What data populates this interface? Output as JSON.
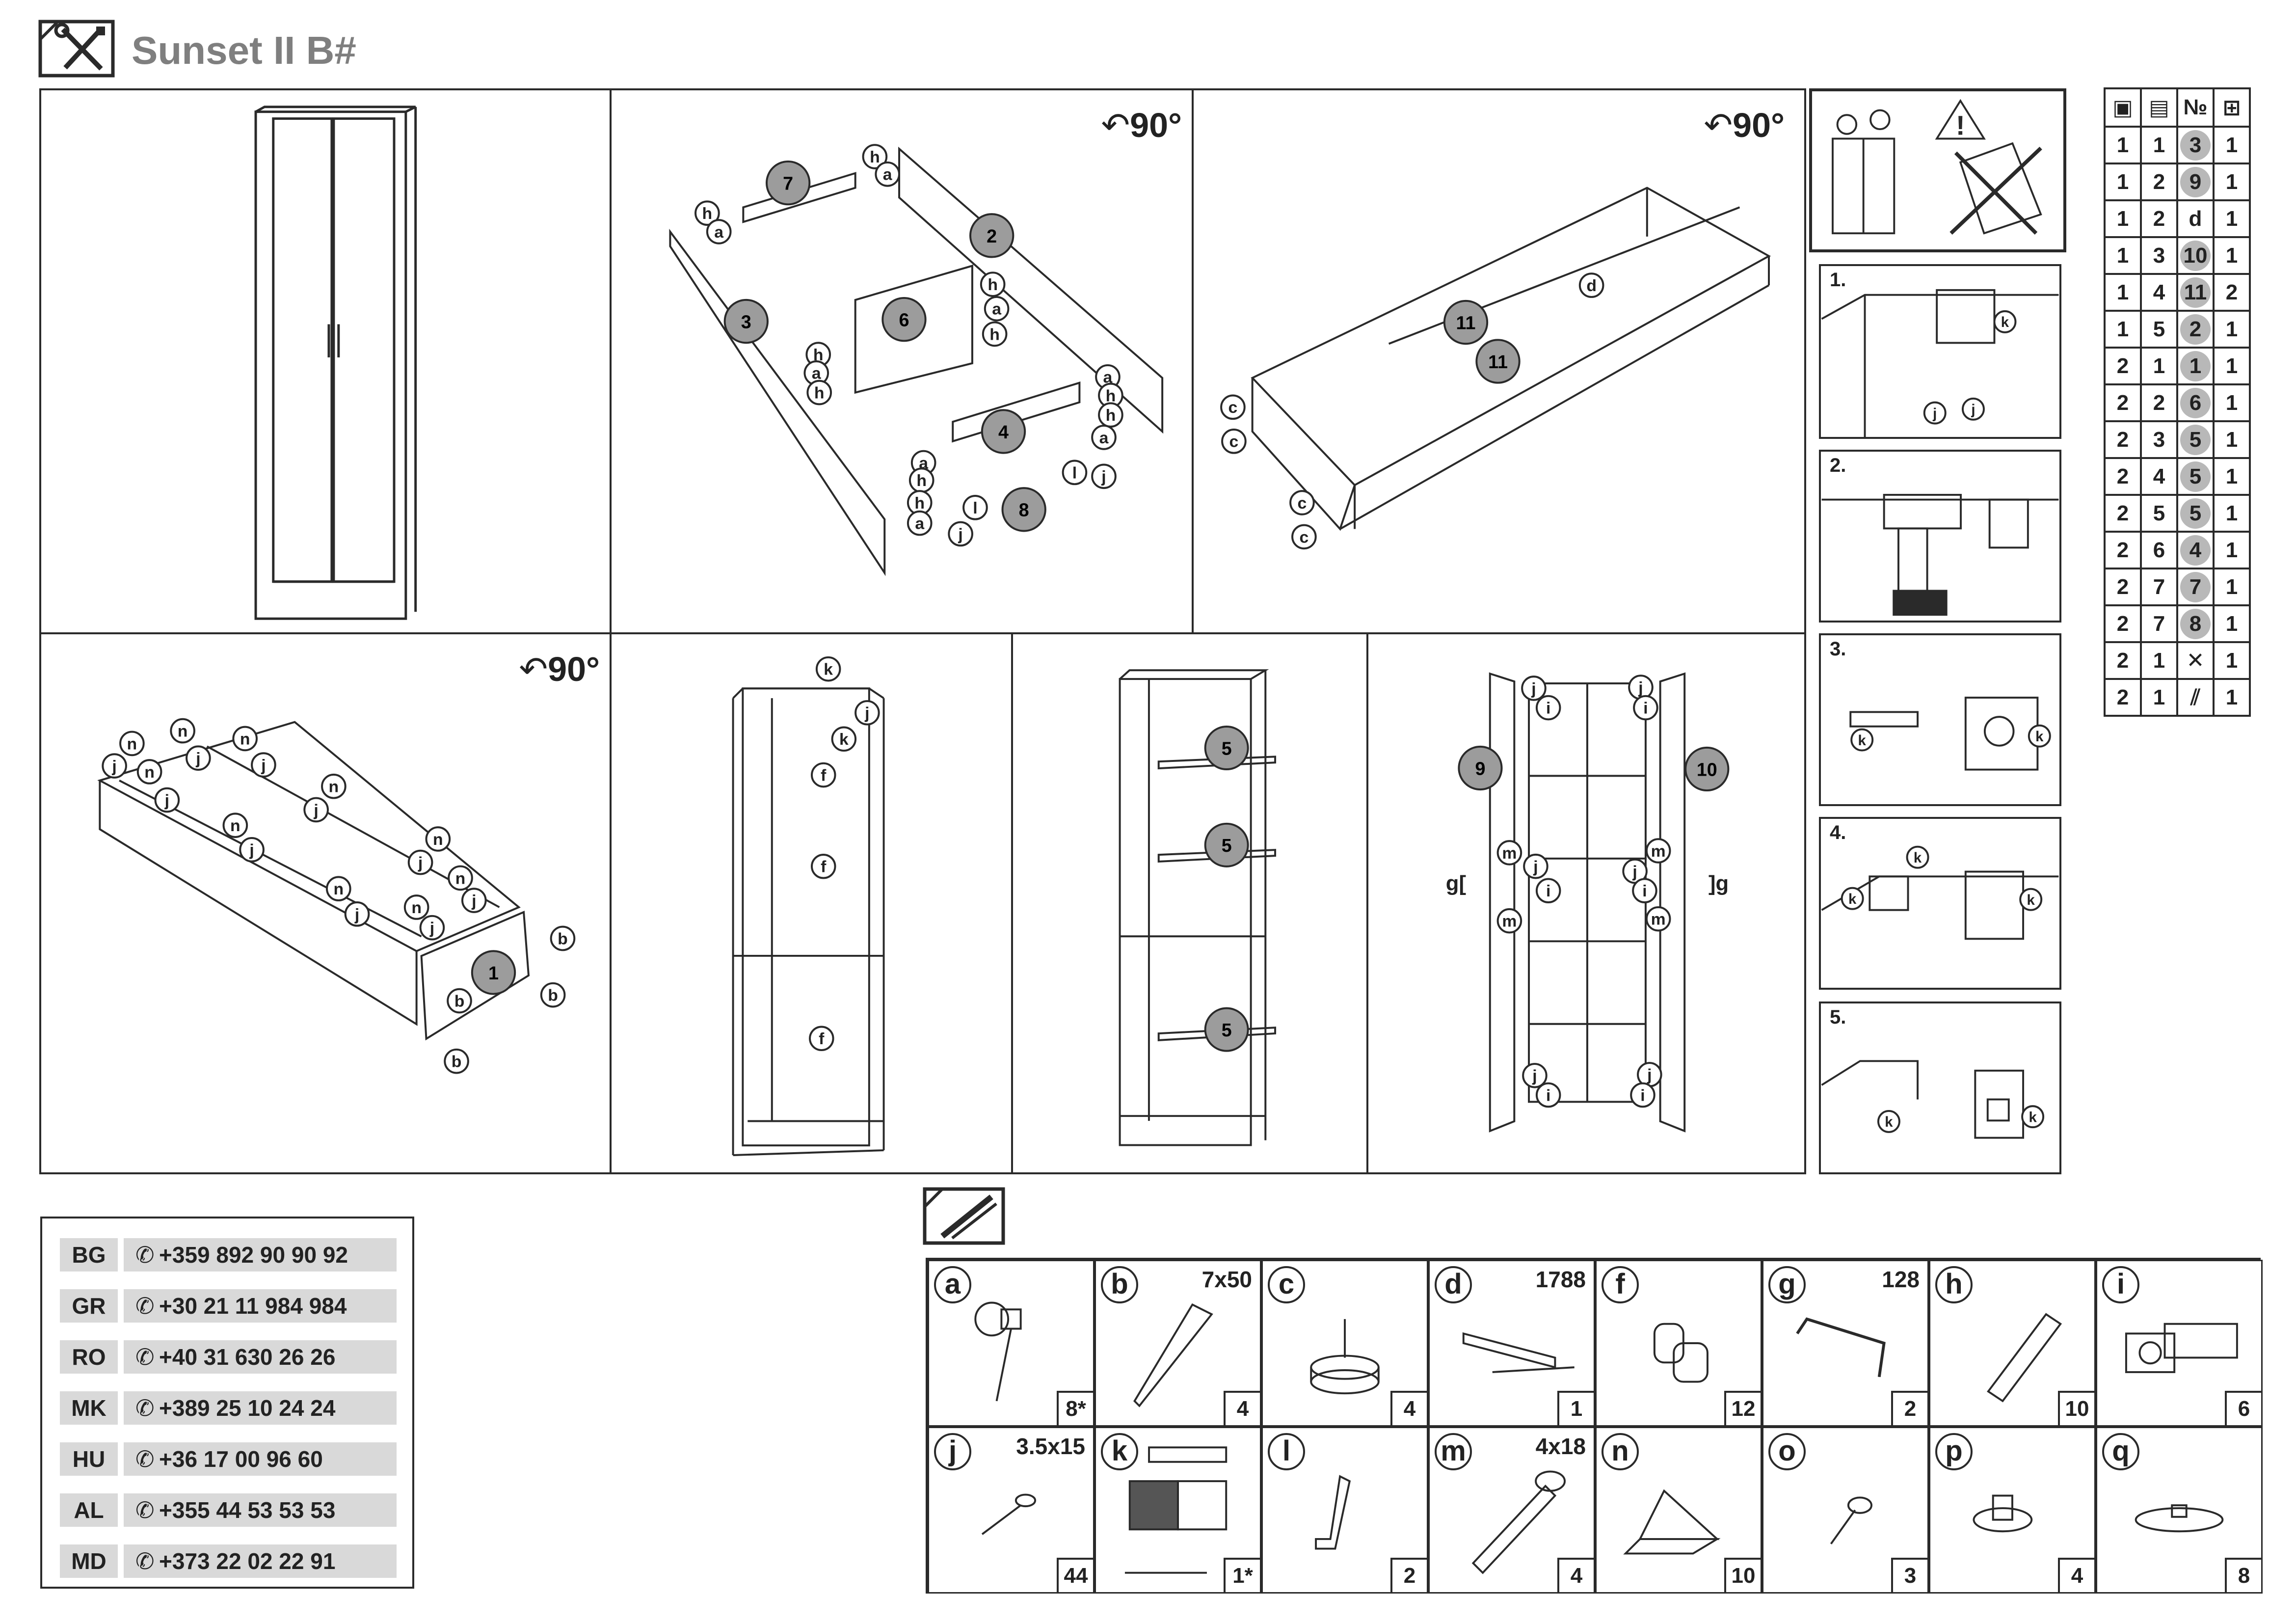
{
  "header": {
    "title": "Sunset II B#",
    "icon": "tools-icon"
  },
  "rotation_label": "90°",
  "steps": {
    "step1_balls": [
      "7",
      "2",
      "3",
      "6",
      "4",
      "8",
      "h",
      "a",
      "l",
      "j"
    ],
    "step2_balls": [
      "11",
      "11",
      "d",
      "c"
    ],
    "step3_balls": [
      "1",
      "n",
      "j",
      "b"
    ],
    "step4_balls": [
      "k",
      "j",
      "f"
    ],
    "step5_balls": [
      "5",
      "5",
      "5"
    ],
    "step6_balls": [
      "9",
      "10",
      "j",
      "i",
      "m",
      "g"
    ]
  },
  "side_steps": [
    {
      "num": "1.",
      "labels": [
        "k",
        "j",
        "j"
      ]
    },
    {
      "num": "2.",
      "labels": []
    },
    {
      "num": "3.",
      "labels": [
        "k",
        "k"
      ]
    },
    {
      "num": "4.",
      "labels": [
        "k",
        "k",
        "k"
      ]
    },
    {
      "num": "5.",
      "labels": [
        "k",
        "k"
      ]
    }
  ],
  "parts_table": {
    "header_icons": [
      "box-icon",
      "layer-icon",
      "number-sign",
      "size-icon"
    ],
    "header_no": "№",
    "rows": [
      [
        "1",
        "1",
        "3",
        "1"
      ],
      [
        "1",
        "2",
        "9",
        "1"
      ],
      [
        "1",
        "2",
        "d",
        "1"
      ],
      [
        "1",
        "3",
        "10",
        "1"
      ],
      [
        "1",
        "4",
        "11",
        "2"
      ],
      [
        "1",
        "5",
        "2",
        "1"
      ],
      [
        "2",
        "1",
        "1",
        "1"
      ],
      [
        "2",
        "2",
        "6",
        "1"
      ],
      [
        "2",
        "3",
        "5",
        "1"
      ],
      [
        "2",
        "4",
        "5",
        "1"
      ],
      [
        "2",
        "5",
        "5",
        "1"
      ],
      [
        "2",
        "6",
        "4",
        "1"
      ],
      [
        "2",
        "7",
        "7",
        "1"
      ],
      [
        "2",
        "7",
        "8",
        "1"
      ],
      [
        "2",
        "1",
        "tools-icon",
        "1"
      ],
      [
        "2",
        "1",
        "pencils-icon",
        "1"
      ]
    ]
  },
  "phones": [
    {
      "country": "BG",
      "number": "+359 892 90 90 92"
    },
    {
      "country": "GR",
      "number": "+30 21 11 984 984"
    },
    {
      "country": "RO",
      "number": "+40 31 630 26 26"
    },
    {
      "country": "MK",
      "number": "+389 25 10 24 24"
    },
    {
      "country": "HU",
      "number": "+36 17 00 96 60"
    },
    {
      "country": "AL",
      "number": "+355 44 53 53 53"
    },
    {
      "country": "MD",
      "number": "+373 22 02 22 91"
    }
  ],
  "hardware": [
    {
      "letter": "a",
      "size": "",
      "qty": "8*",
      "icon": "cam-lock-icon"
    },
    {
      "letter": "b",
      "size": "7x50",
      "qty": "4",
      "icon": "screw-icon"
    },
    {
      "letter": "c",
      "size": "",
      "qty": "4",
      "icon": "furniture-glide-icon"
    },
    {
      "letter": "d",
      "size": "1788",
      "qty": "1",
      "icon": "profile-strip-icon"
    },
    {
      "letter": "f",
      "size": "",
      "qty": "12",
      "icon": "shelf-pin-icon"
    },
    {
      "letter": "g",
      "size": "128",
      "qty": "2",
      "icon": "handle-icon"
    },
    {
      "letter": "h",
      "size": "",
      "qty": "10",
      "icon": "dowel-icon"
    },
    {
      "letter": "i",
      "size": "",
      "qty": "6",
      "icon": "hinge-icon"
    },
    {
      "letter": "j",
      "size": "3.5x15",
      "qty": "44",
      "icon": "small-screw-icon"
    },
    {
      "letter": "k",
      "size": "",
      "qty": "1*",
      "icon": "wall-bracket-icon"
    },
    {
      "letter": "l",
      "size": "",
      "qty": "2",
      "icon": "angle-bracket-icon"
    },
    {
      "letter": "m",
      "size": "4x18",
      "qty": "4",
      "icon": "bolt-icon"
    },
    {
      "letter": "n",
      "size": "",
      "qty": "10",
      "icon": "corner-brace-icon"
    },
    {
      "letter": "o",
      "size": "",
      "qty": "3",
      "icon": "wood-screw-icon"
    },
    {
      "letter": "p",
      "size": "",
      "qty": "4",
      "icon": "cap-icon"
    },
    {
      "letter": "q",
      "size": "",
      "qty": "8",
      "icon": "pad-icon"
    }
  ],
  "colors": {
    "line": "#2a2a2a",
    "ball_fill": "#9c9c9c",
    "title_gray": "#7f7f7f",
    "phone_bg": "#d9d9d9"
  }
}
